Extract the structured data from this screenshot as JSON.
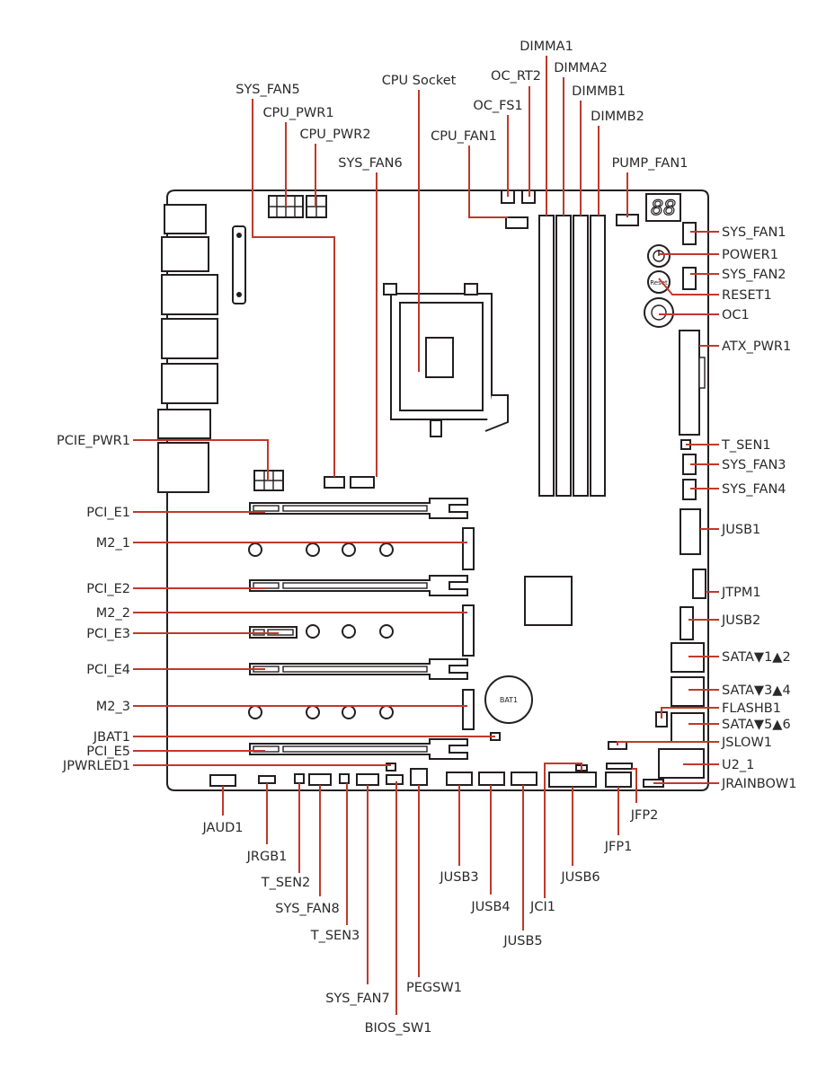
{
  "colors": {
    "leader": "#c0392b",
    "outline": "#231f20",
    "text": "#2a2a2a",
    "background": "#ffffff"
  },
  "labels": {
    "dimma1": "DIMMA1",
    "oc_rt2": "OC_RT2",
    "dimma2": "DIMMA2",
    "cpu_socket": "CPU Socket",
    "dimmb1": "DIMMB1",
    "sys_fan5": "SYS_FAN5",
    "oc_fs1": "OC_FS1",
    "cpu_pwr1": "CPU_PWR1",
    "dimmb2": "DIMMB2",
    "cpu_pwr2": "CPU_PWR2",
    "cpu_fan1": "CPU_FAN1",
    "sys_fan6": "SYS_FAN6",
    "pump_fan1": "PUMP_FAN1",
    "sys_fan1": "SYS_FAN1",
    "power1": "POWER1",
    "sys_fan2": "SYS_FAN2",
    "reset1": "RESET1",
    "oc1": "OC1",
    "atx_pwr1": "ATX_PWR1",
    "t_sen1": "T_SEN1",
    "sys_fan3": "SYS_FAN3",
    "sys_fan4": "SYS_FAN4",
    "jusb1": "JUSB1",
    "jtpm1": "JTPM1",
    "jusb2": "JUSB2",
    "sata12": "SATA▼1▲2",
    "sata34": "SATA▼3▲4",
    "flashb1": "FLASHB1",
    "sata56": "SATA▼5▲6",
    "jslow1": "JSLOW1",
    "u2_1": "U2_1",
    "jrainbow1": "JRAINBOW1",
    "pcie_pwr1": "PCIE_PWR1",
    "pci_e1": "PCI_E1",
    "m2_1": "M2_1",
    "pci_e2": "PCI_E2",
    "m2_2": "M2_2",
    "pci_e3": "PCI_E3",
    "pci_e4": "PCI_E4",
    "m2_3": "M2_3",
    "jbat1": "JBAT1",
    "pci_e5": "PCI_E5",
    "jpwrled1": "JPWRLED1",
    "jaud1": "JAUD1",
    "jrgb1": "JRGB1",
    "t_sen2": "T_SEN2",
    "sys_fan8": "SYS_FAN8",
    "t_sen3": "T_SEN3",
    "sys_fan7": "SYS_FAN7",
    "bios_sw1": "BIOS_SW1",
    "pegsw1": "PEGSW1",
    "jusb3": "JUSB3",
    "jusb4": "JUSB4",
    "jusb5": "JUSB5",
    "jci1": "JCI1",
    "jusb6": "JUSB6",
    "jfp1": "JFP1",
    "jfp2": "JFP2"
  },
  "board_text": {
    "bat1": "BAT1",
    "reset": "Reset",
    "debug_led": "88"
  },
  "icons": {
    "power_button": "power-icon"
  }
}
